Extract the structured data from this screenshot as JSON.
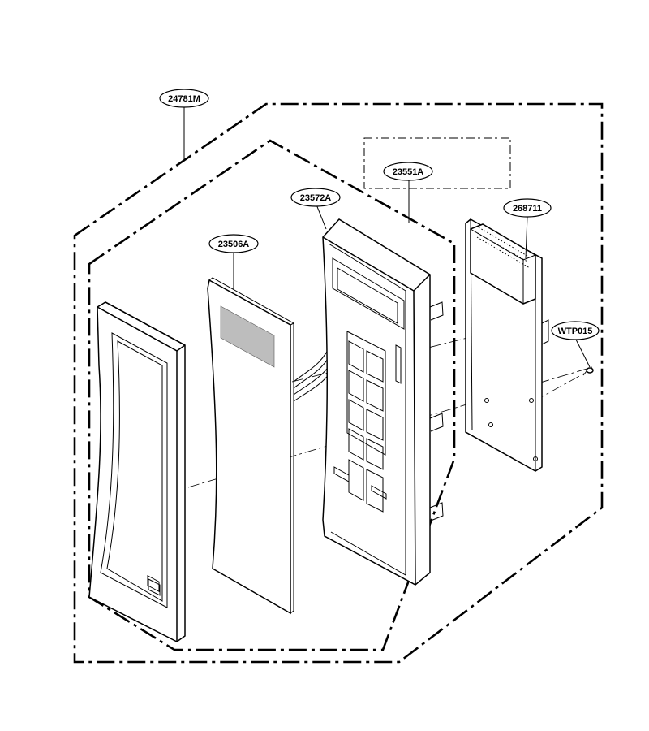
{
  "callouts": {
    "frame_outer": "24781M",
    "frame_inner": "23551A",
    "control_panel": "23572A",
    "membrane": "23506A",
    "pcb": "268711",
    "screw": "WTP015"
  },
  "colors": {
    "line": "#000000",
    "background": "#ffffff",
    "window_shade": "#bdbdbd"
  }
}
